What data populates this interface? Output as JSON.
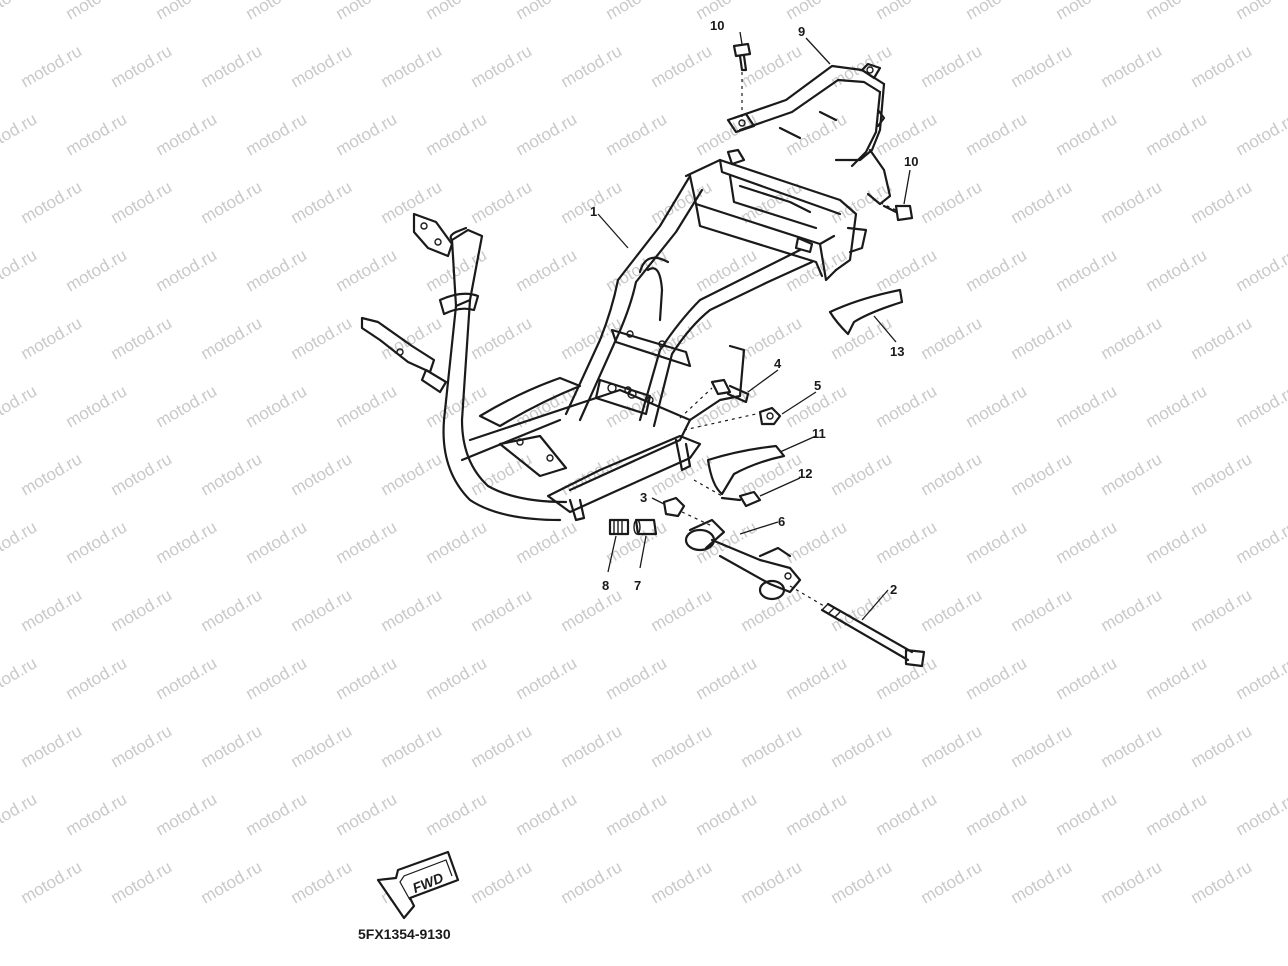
{
  "watermark": {
    "text": "motod.ru"
  },
  "callouts": [
    {
      "id": "1",
      "label": "1"
    },
    {
      "id": "2",
      "label": "2"
    },
    {
      "id": "3",
      "label": "3"
    },
    {
      "id": "4",
      "label": "4"
    },
    {
      "id": "5",
      "label": "5"
    },
    {
      "id": "6",
      "label": "6"
    },
    {
      "id": "7",
      "label": "7"
    },
    {
      "id": "8",
      "label": "8"
    },
    {
      "id": "9",
      "label": "9"
    },
    {
      "id": "10a",
      "label": "10"
    },
    {
      "id": "10b",
      "label": "10"
    },
    {
      "id": "11",
      "label": "11"
    },
    {
      "id": "12",
      "label": "12"
    },
    {
      "id": "13",
      "label": "13"
    }
  ],
  "direction_arrow": {
    "label": "FWD"
  },
  "part_code": "5FX1354-9130"
}
